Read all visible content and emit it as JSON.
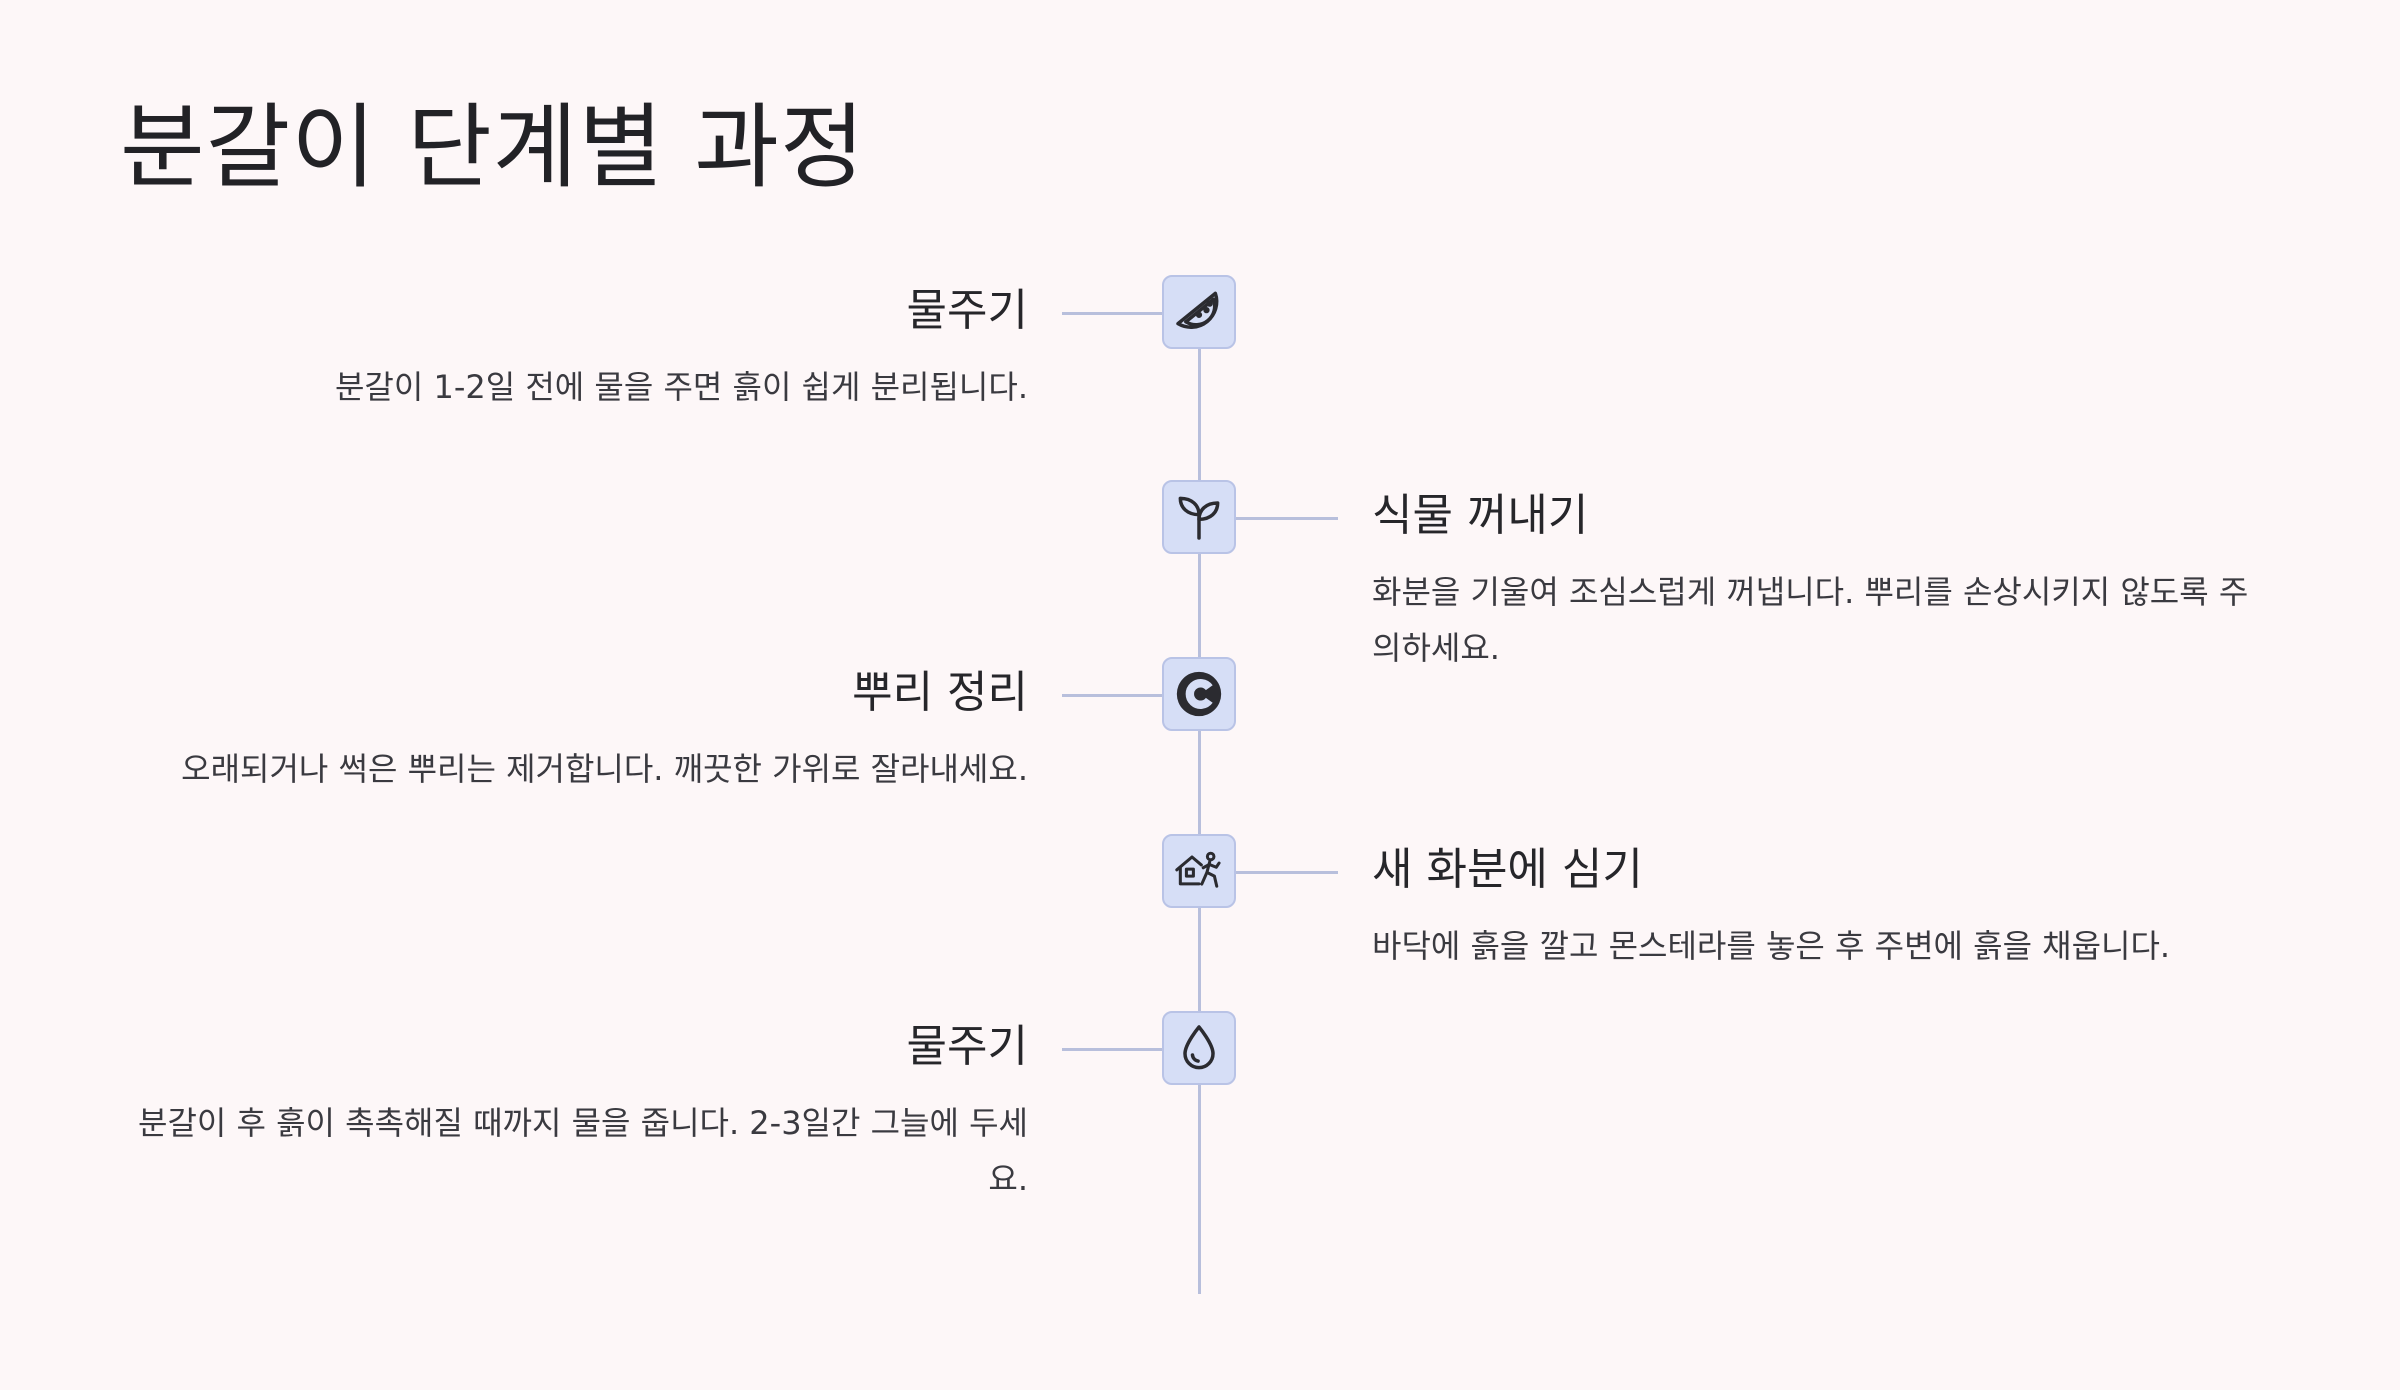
{
  "title": "분갈이 단계별 과정",
  "colors": {
    "background": "#fdf7f8",
    "line": "#b8bfdc",
    "icon_fill": "#d6def6",
    "icon_border": "#b9c3e6",
    "text": "#2a2a2e"
  },
  "steps": [
    {
      "side": "left",
      "icon": "watermelon-icon",
      "heading": "물주기",
      "description": "분갈이 1-2일 전에 물을 주면 흙이 쉽게 분리됩니다."
    },
    {
      "side": "right",
      "icon": "sprout-icon",
      "heading": "식물 꺼내기",
      "description": "화분을 기울여 조심스럽게 꺼냅니다. 뿌리를 손상시키지 않도록 주의하세요."
    },
    {
      "side": "left",
      "icon": "c-letter-icon",
      "heading": "뿌리 정리",
      "description": "오래되거나 썩은 뿌리는 제거합니다. 깨끗한 가위로 잘라내세요."
    },
    {
      "side": "right",
      "icon": "house-person-icon",
      "heading": "새 화분에 심기",
      "description": "바닥에 흙을 깔고 몬스테라를 놓은 후 주변에 흙을 채웁니다."
    },
    {
      "side": "left",
      "icon": "droplet-icon",
      "heading": "물주기",
      "description": "분갈이 후 흙이 촉촉해질 때까지 물을 줍니다. 2-3일간 그늘에 두세요."
    }
  ]
}
